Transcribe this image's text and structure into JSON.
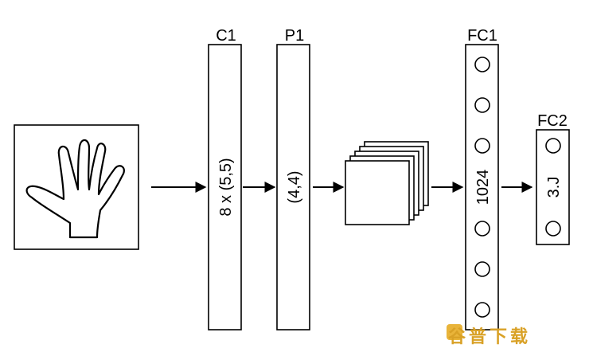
{
  "layers": {
    "c1": {
      "title": "C1",
      "inner_label": "8 x (5,5)"
    },
    "p1": {
      "title": "P1",
      "inner_label": "(4,4)"
    },
    "fc1": {
      "title": "FC1",
      "inner_label": "1024"
    },
    "fc2": {
      "title": "FC2",
      "inner_label": "3.J"
    }
  },
  "watermark": {
    "text": "谷普下载",
    "color": "#d9a126"
  }
}
